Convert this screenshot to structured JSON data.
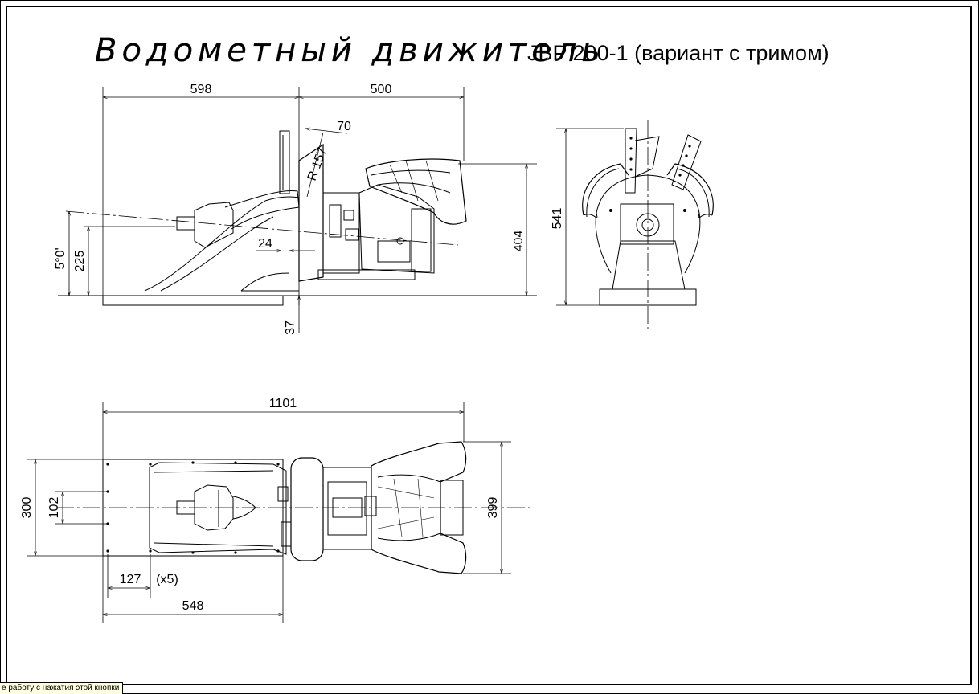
{
  "title": {
    "main": "Водометный движитель",
    "model": "JBP 200-1 (вариант с тримом)"
  },
  "dimensions": {
    "d598": "598",
    "d500": "500",
    "d70": "70",
    "d157": "R 157",
    "d404": "404",
    "d541": "541",
    "d5deg": "5°0'",
    "d225": "225",
    "d24": "24",
    "d37": "37",
    "d1101": "1101",
    "d300": "300",
    "d102": "102",
    "d399": "399",
    "d127": "127",
    "d127x": "(x5)",
    "d548": "548"
  },
  "status_tip": "е работу с нажатия этой кнопки"
}
